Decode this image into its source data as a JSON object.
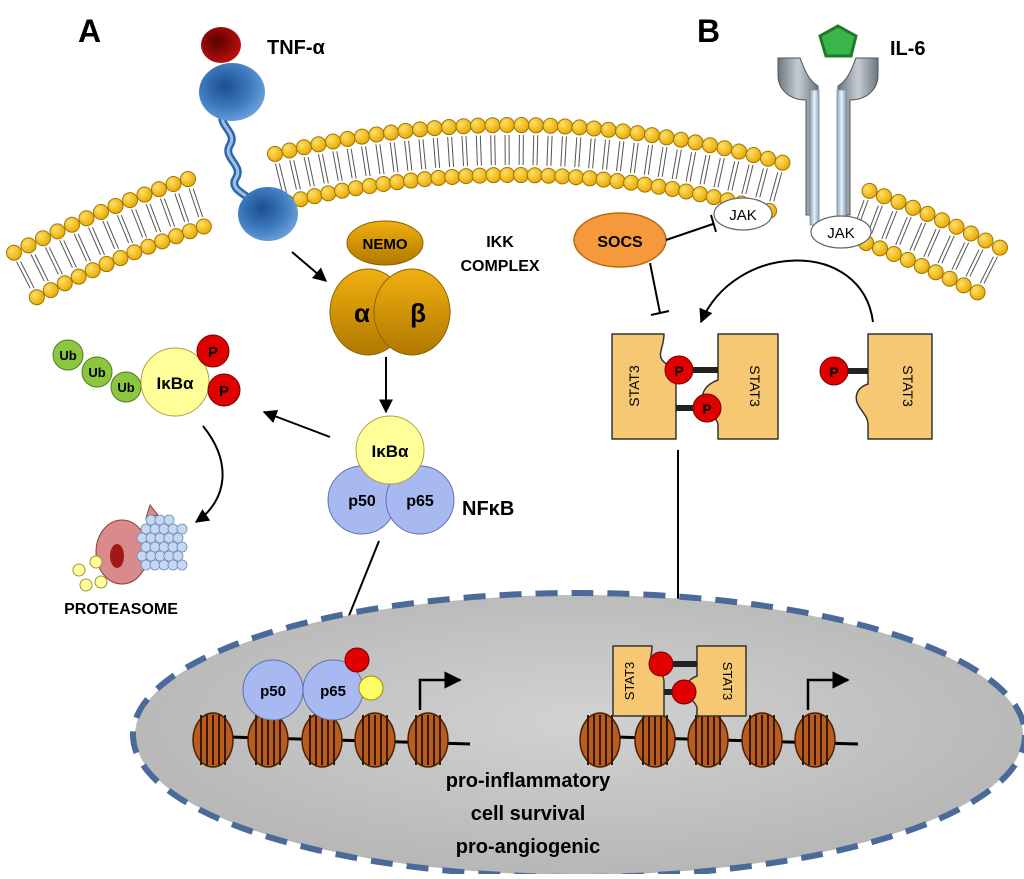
{
  "panels": {
    "a": "A",
    "b": "B"
  },
  "ligands": {
    "tnf": "TNF-α",
    "il6": "IL-6"
  },
  "ikk": {
    "nemo": "NEMO",
    "alpha": "α",
    "beta": "β",
    "title_line1": "IKK",
    "title_line2": "COMPLEX"
  },
  "nfkb": {
    "ikba": "IκBα",
    "p50": "p50",
    "p65": "p65",
    "label": "NFκB"
  },
  "ubiquitination": {
    "ub": "Ub",
    "ikba": "IκBα",
    "p": "P"
  },
  "proteasome": "PROTEASOME",
  "jak_stat": {
    "socs": "SOCS",
    "jak": "JAK",
    "stat3": "STAT3",
    "p": "P"
  },
  "outcomes": {
    "line1": "pro-inflammatory",
    "line2": "cell survival",
    "line3": "pro-angiogenic"
  },
  "colors": {
    "lipid_head": "#F5B800",
    "ikk_gold": "#D49A00",
    "nfkb_blue": "#A8B8F0",
    "ikba_yellow": "#FFFF99",
    "ub_green": "#8CC63F",
    "phospho_red": "#E00000",
    "stat3_orange": "#F7C873",
    "socs_orange": "#F59A3C",
    "receptor_blue": "#3F7CC0",
    "il6_green": "#39B54A",
    "tnf_red": "#A00000",
    "nucleus_grey": "#C8C8C8",
    "nuclear_envelope": "#4A6A9A",
    "histone_brown": "#B85C20"
  }
}
